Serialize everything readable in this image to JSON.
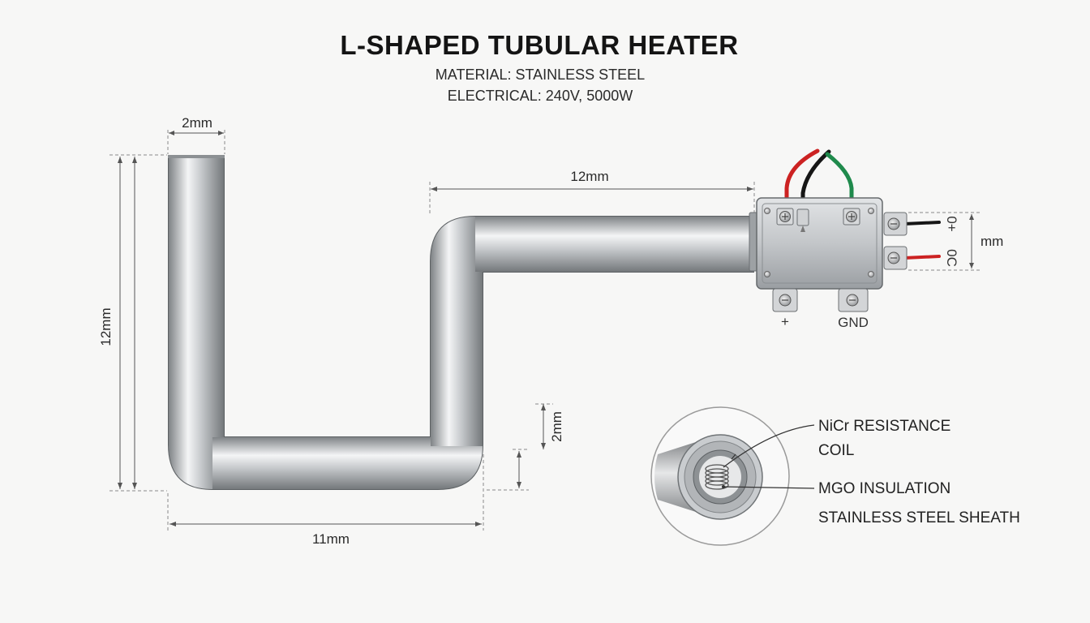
{
  "header": {
    "title": "L-SHAPED TUBULAR HEATER",
    "material": "MATERIAL: STAINLESS STEEL",
    "electrical": "ELECTRICAL: 240V, 5000W"
  },
  "dimensions": {
    "tube_width": "2mm",
    "left_height": "12mm",
    "top_length": "12mm",
    "bottom_length": "11mm",
    "bottom_offset": "2mm",
    "terminal_spacing": "mm"
  },
  "terminals": {
    "side_top": "0+",
    "side_bottom": "0C",
    "bottom_left": "+",
    "bottom_right": "GND"
  },
  "cross_section": {
    "coil": "NiCr RESISTANCE",
    "coil_line2": "COIL",
    "insulation": "MGO INSULATION",
    "sheath": "STAINLESS STEEL SHEATH"
  },
  "colors": {
    "wire_red": "#cc2222",
    "wire_black": "#161616",
    "wire_green": "#1f8a4c",
    "steel": "#b9bcbf"
  }
}
